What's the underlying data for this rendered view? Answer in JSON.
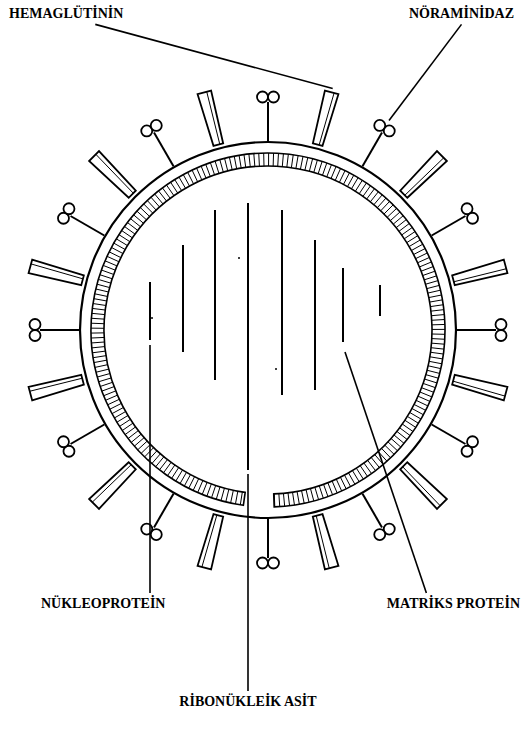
{
  "diagram": {
    "labels": [
      "HEMAGLÜTİNİN",
      "NÖRAMİNİDAZ",
      "NÜKLEOPROTEİN",
      "MATRİKS PROTEİN",
      "RİBONÜKLEİK ASİT"
    ]
  }
}
